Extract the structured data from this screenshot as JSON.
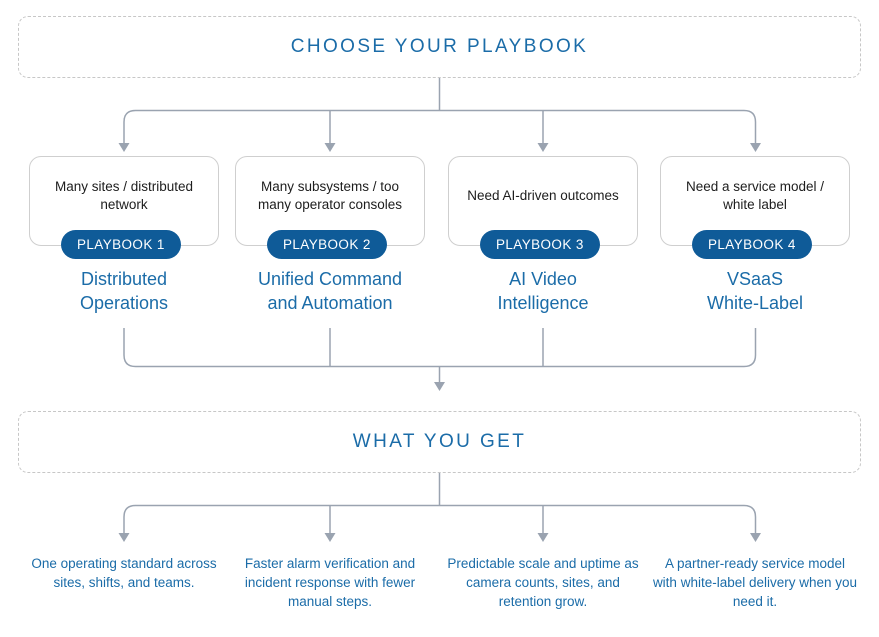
{
  "sections": {
    "top_banner": {
      "title": "CHOOSE YOUR PLAYBOOK"
    },
    "bottom_banner": {
      "title": "WHAT YOU GET"
    }
  },
  "colors": {
    "heading_blue": "#1b6ca8",
    "pill_blue": "#0f5b98",
    "card_border": "#cfcfcf",
    "connector_gray": "#9aa3b0",
    "dashed_border": "#c7c7c7",
    "card_text": "#1d1d1d"
  },
  "playbooks": [
    {
      "condition": "Many sites / distributed network",
      "badge": "PLAYBOOK 1",
      "name": "Distributed\nOperations"
    },
    {
      "condition": "Many subsystems / too many operator consoles",
      "badge": "PLAYBOOK 2",
      "name": "Unified Command\nand Automation"
    },
    {
      "condition": "Need AI-driven outcomes",
      "badge": "PLAYBOOK 3",
      "name": "AI Video\nIntelligence"
    },
    {
      "condition": "Need a service model / white label",
      "badge": "PLAYBOOK 4",
      "name": "VSaaS\nWhite-Label"
    }
  ],
  "benefits": [
    "One operating standard across sites, shifts, and teams.",
    "Faster alarm verification and incident response with fewer manual steps.",
    "Predictable scale and uptime as camera counts, sites, and retention grow.",
    "A partner-ready service model with white-label delivery when you need it."
  ]
}
